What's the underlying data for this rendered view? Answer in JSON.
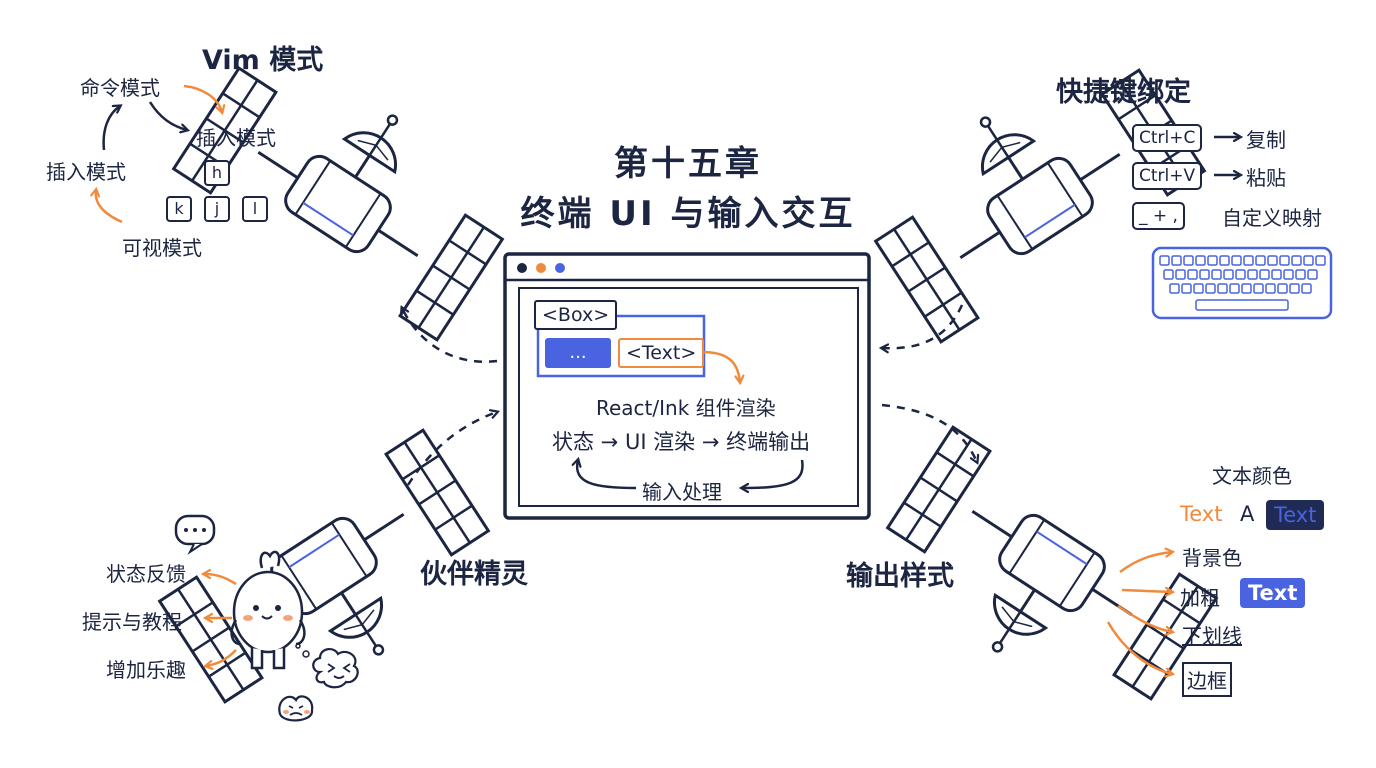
{
  "title": {
    "line1": "第十五章",
    "line2": "终端 UI 与输入交互"
  },
  "vim": {
    "heading": "Vim 模式",
    "command_mode": "命令模式",
    "insert_mode_right": "插入模式",
    "insert_mode_left": "插入模式",
    "visual_mode": "可视模式",
    "keys": [
      "h",
      "k",
      "j",
      "l"
    ]
  },
  "shortcuts": {
    "heading": "快捷键绑定",
    "items": [
      {
        "key": "Ctrl+C",
        "label": "复制"
      },
      {
        "key": "Ctrl+V",
        "label": "粘贴"
      },
      {
        "key": "_ + ,",
        "label": "自定义映射"
      }
    ]
  },
  "window": {
    "box_tag": "<Box>",
    "dots_tag": "...",
    "text_tag": "<Text>",
    "render_label": "React/Ink 组件渲染",
    "flow": "状态 → UI 渲染 → 终端输出",
    "input_label": "输入处理"
  },
  "companion": {
    "heading": "伙伴精灵",
    "items": [
      "状态反馈",
      "提示与教程",
      "增加乐趣"
    ]
  },
  "output": {
    "heading": "输出样式",
    "text_color": "文本颜色",
    "sample_text": "Text",
    "letter_a": "A",
    "inverse_text": "Text",
    "background_color": "背景色",
    "bold": "加粗",
    "bold_text": "Text",
    "underline": "下划线",
    "border": "边框"
  },
  "colors": {
    "ink": "#1c2541",
    "accent_orange": "#f08a3c",
    "accent_blue": "#4a63e0",
    "dark_navy": "#1f2a55"
  }
}
